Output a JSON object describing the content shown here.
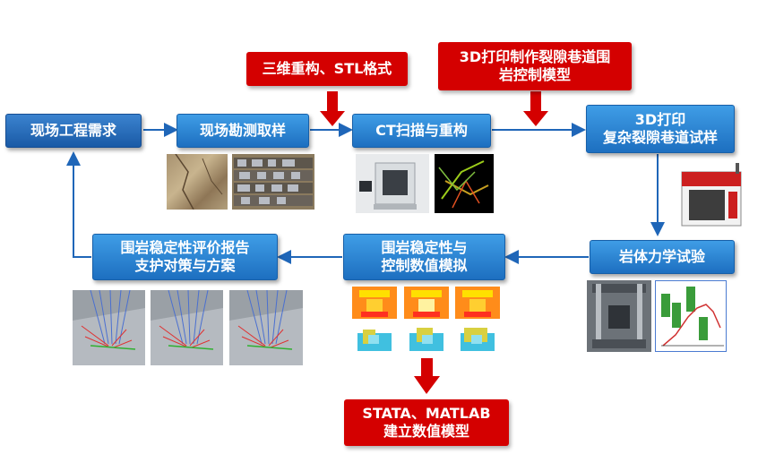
{
  "nodes": {
    "demand": "现场工程需求",
    "survey": "现场勘测取样",
    "ct": "CT扫描与重构",
    "print_line1": "3D打印",
    "print_line2": "复杂裂隙巷道试样",
    "mech_test": "岩体力学试验",
    "numsim_line1": "围岩稳定性与",
    "numsim_line2": "控制数值模拟",
    "eval_line1": "围岩稳定性评价报告",
    "eval_line2": "支护对策与方案"
  },
  "callouts": {
    "stl": "三维重构、STL格式",
    "model_line1": "3D打印制作裂隙巷道围",
    "model_line2": "岩控制模型",
    "matlab_line1": "STATA、MATLAB",
    "matlab_line2": "建立数值模型"
  },
  "colors": {
    "node_blue": "#2b86d6",
    "node_dark": "#1d5ea8",
    "callout_red": "#d40000",
    "arrow": "#1f66b8"
  }
}
